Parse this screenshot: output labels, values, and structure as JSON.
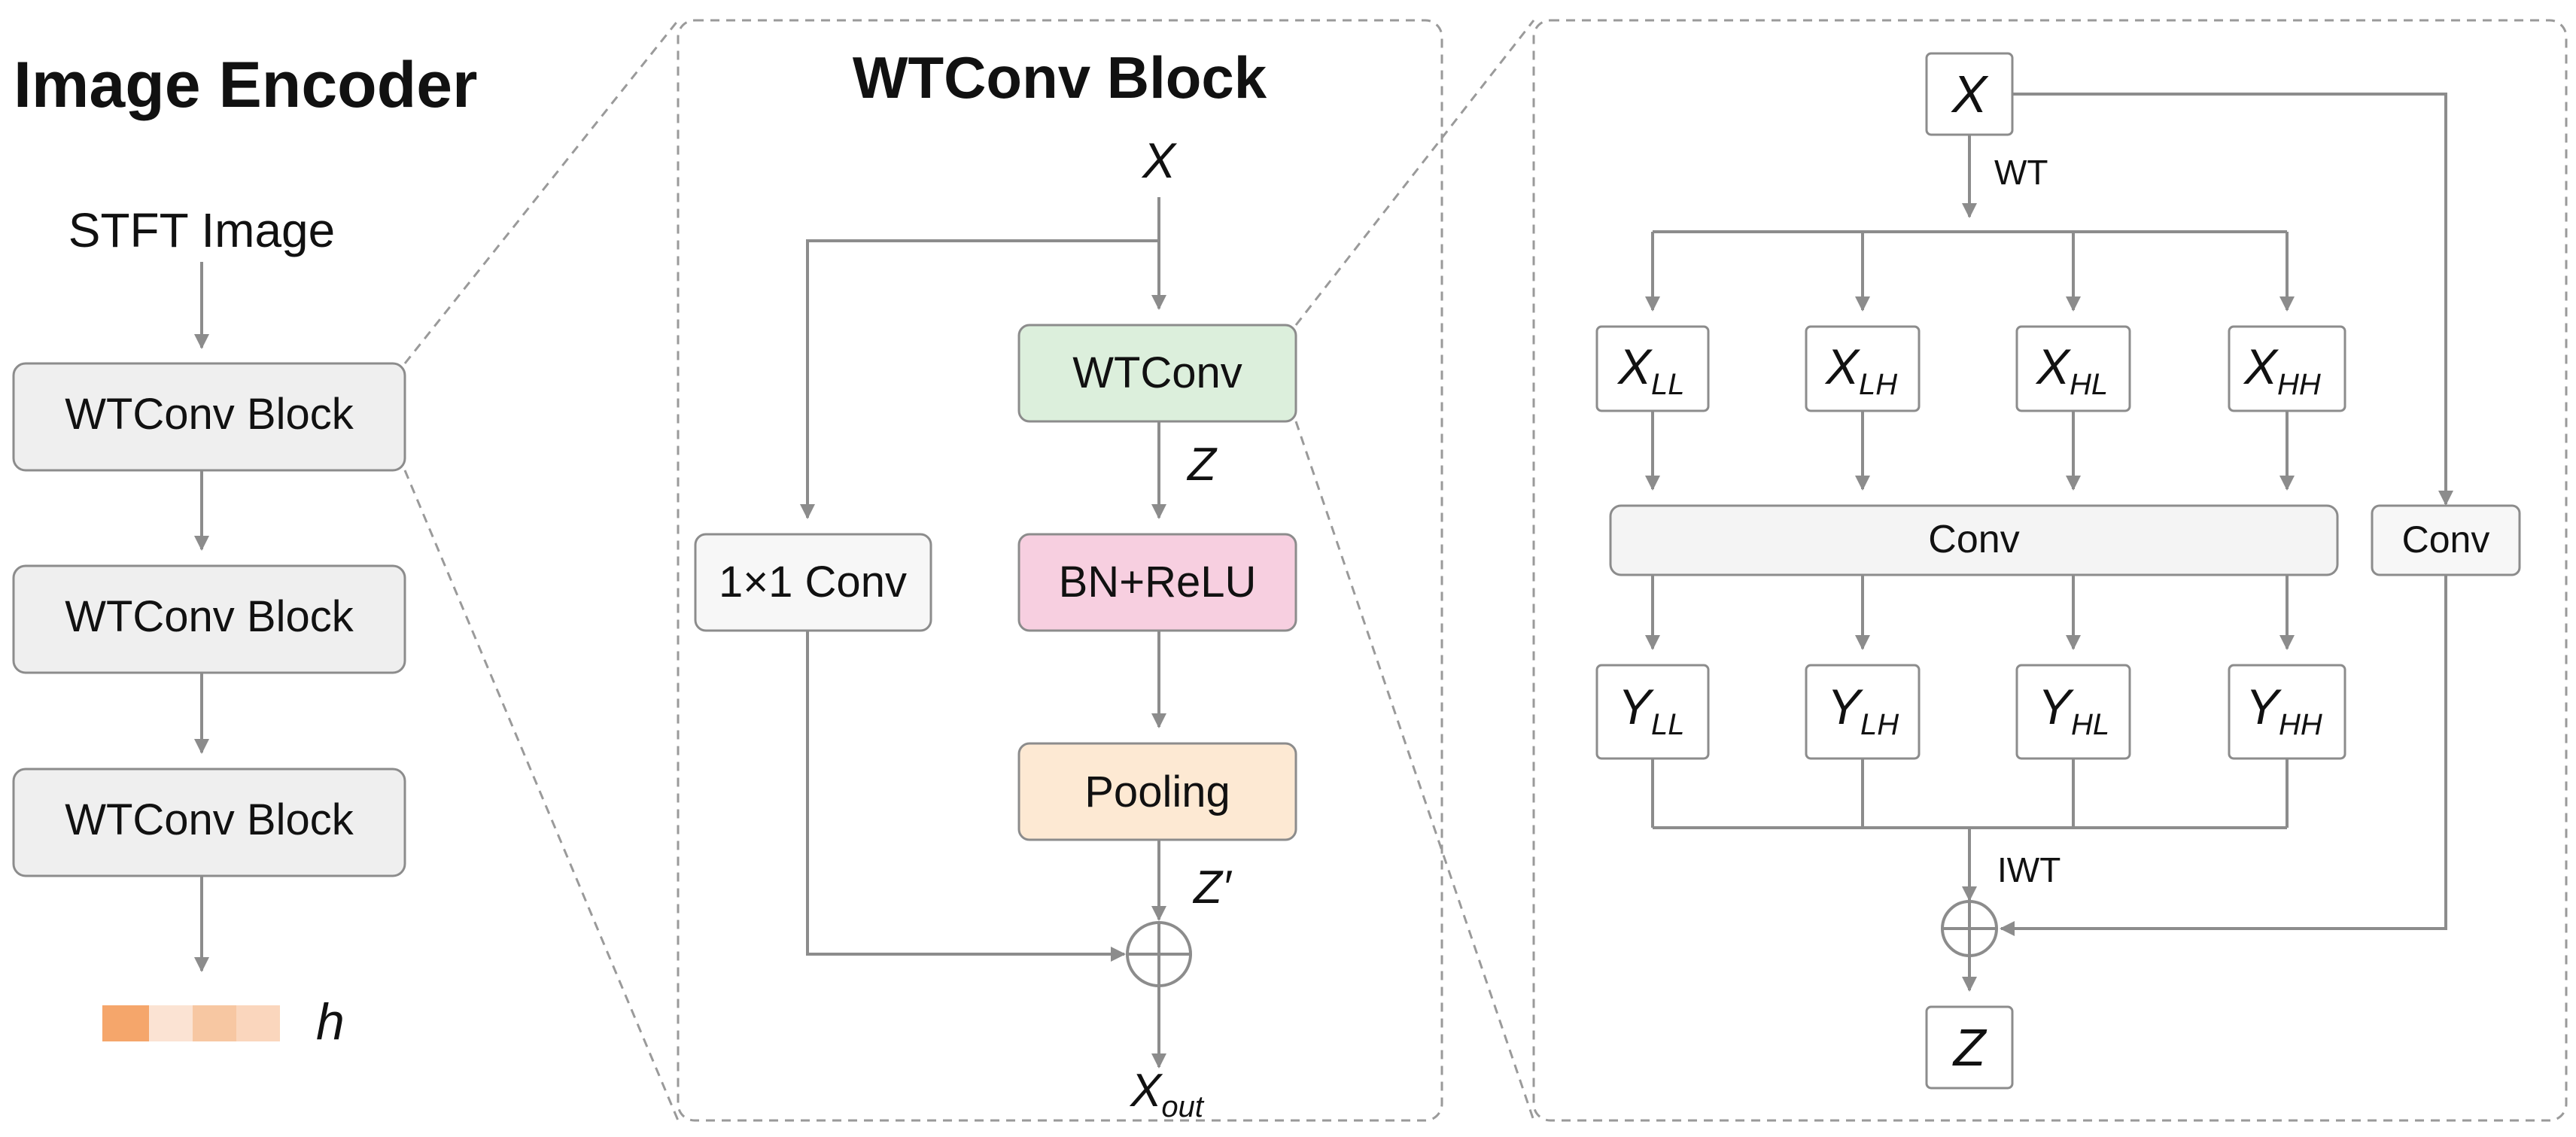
{
  "encoder": {
    "title": "Image Encoder",
    "input_label": "STFT Image",
    "blocks": [
      "WTConv Block",
      "WTConv Block",
      "WTConv Block"
    ],
    "output_label": "h",
    "output_colors": [
      "#f5a66b",
      "#fbe3d3",
      "#f7c7a2",
      "#fad6bd"
    ]
  },
  "block_detail": {
    "title": "WTConv Block",
    "input": "X",
    "wtconv": "WTConv",
    "z": "Z",
    "bn_relu": "BN+ReLU",
    "pooling": "Pooling",
    "z_prime": "Z′",
    "skip_conv": "1×1 Conv",
    "output_base": "X",
    "output_sub": "out",
    "colors": {
      "wtconv": "#dcefdc",
      "bn_relu": "#f7cfe0",
      "pooling": "#fde9d3"
    }
  },
  "wtconv_detail": {
    "input": "X",
    "wt_label": "WT",
    "subbands_in": [
      {
        "base": "X",
        "sub": "LL"
      },
      {
        "base": "X",
        "sub": "LH"
      },
      {
        "base": "X",
        "sub": "HL"
      },
      {
        "base": "X",
        "sub": "HH"
      }
    ],
    "conv_label": "Conv",
    "side_conv_label": "Conv",
    "subbands_out": [
      {
        "base": "Y",
        "sub": "LL"
      },
      {
        "base": "Y",
        "sub": "LH"
      },
      {
        "base": "Y",
        "sub": "HL"
      },
      {
        "base": "Y",
        "sub": "HH"
      }
    ],
    "iwt_label": "IWT",
    "output": "Z",
    "panel_color": "#eaf2e8"
  }
}
